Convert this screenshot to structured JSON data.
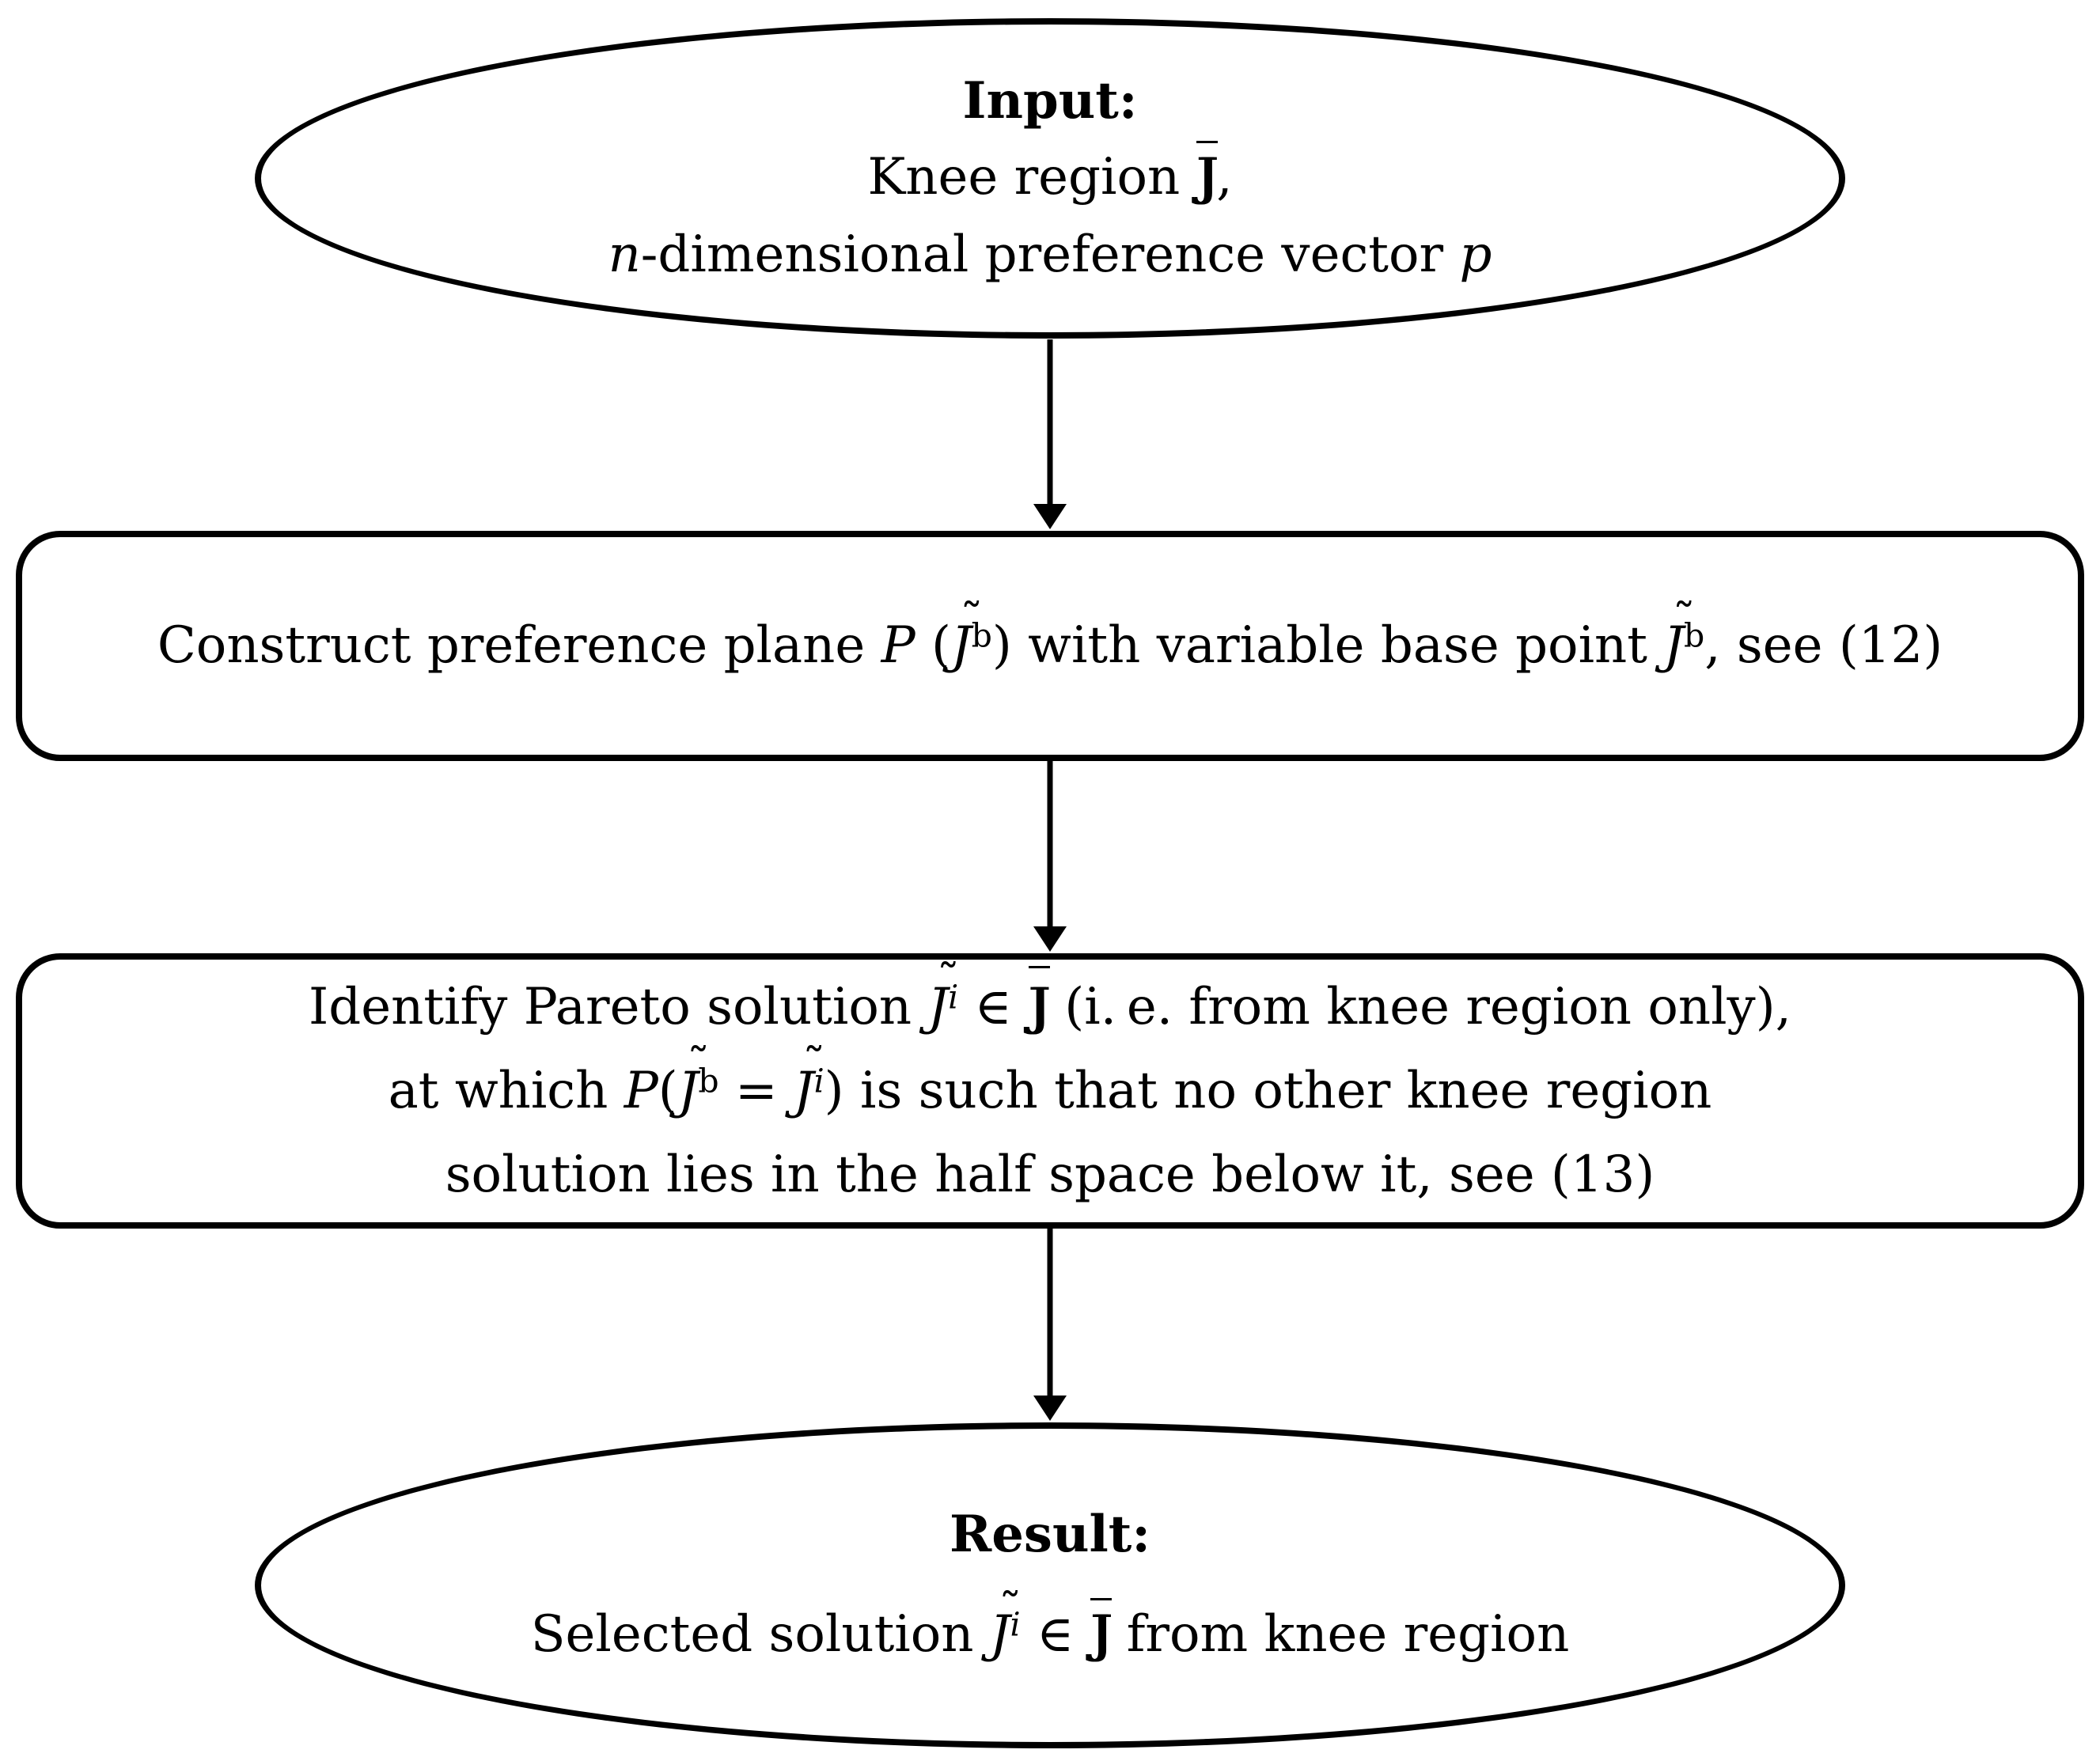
{
  "diagram": {
    "background": "#ffffff",
    "stroke": "#000000",
    "nodes": {
      "input": {
        "shape": "ellipse",
        "title": "Input:",
        "lines": [
          "Knee region <span class=\"bb ov\" data-ch=\"J\">J</span>,",
          "<i>n</i>-dimensional preference vector <i>p</i>"
        ]
      },
      "construct": {
        "shape": "rounded-rect",
        "lines": [
          "Construct preference plane <i class=\"cal\">P</i> (<span class=\"tl\"><i>J</i></span><sup>b</sup>) with variable base point <span class=\"tl\"><i>J</i></span><sup>b</sup>, see (12)"
        ]
      },
      "identify": {
        "shape": "rounded-rect",
        "lines": [
          "Identify Pareto solution <span class=\"tl\"><i>J</i></span><sup><i>i</i></sup> ∈ <span class=\"bb ov\" data-ch=\"J\">J</span> (i. e. from knee region only),",
          "at which <i class=\"cal\">P</i>(<span class=\"tl\"><i>J</i></span><sup>b</sup> = <span class=\"tl\"><i>J</i></span><sup><i>i</i></sup>) is such that no other knee region",
          "solution lies in the half space below it, see (13)"
        ]
      },
      "result": {
        "shape": "ellipse",
        "title": "Result:",
        "lines": [
          "Selected solution <span class=\"tl\"><i>J</i></span><sup><i>i</i></sup> ∈ <span class=\"bb ov\" data-ch=\"J\">J</span> from knee region"
        ]
      }
    },
    "edges": [
      {
        "from": "input",
        "to": "construct"
      },
      {
        "from": "construct",
        "to": "identify"
      },
      {
        "from": "identify",
        "to": "result"
      }
    ]
  }
}
